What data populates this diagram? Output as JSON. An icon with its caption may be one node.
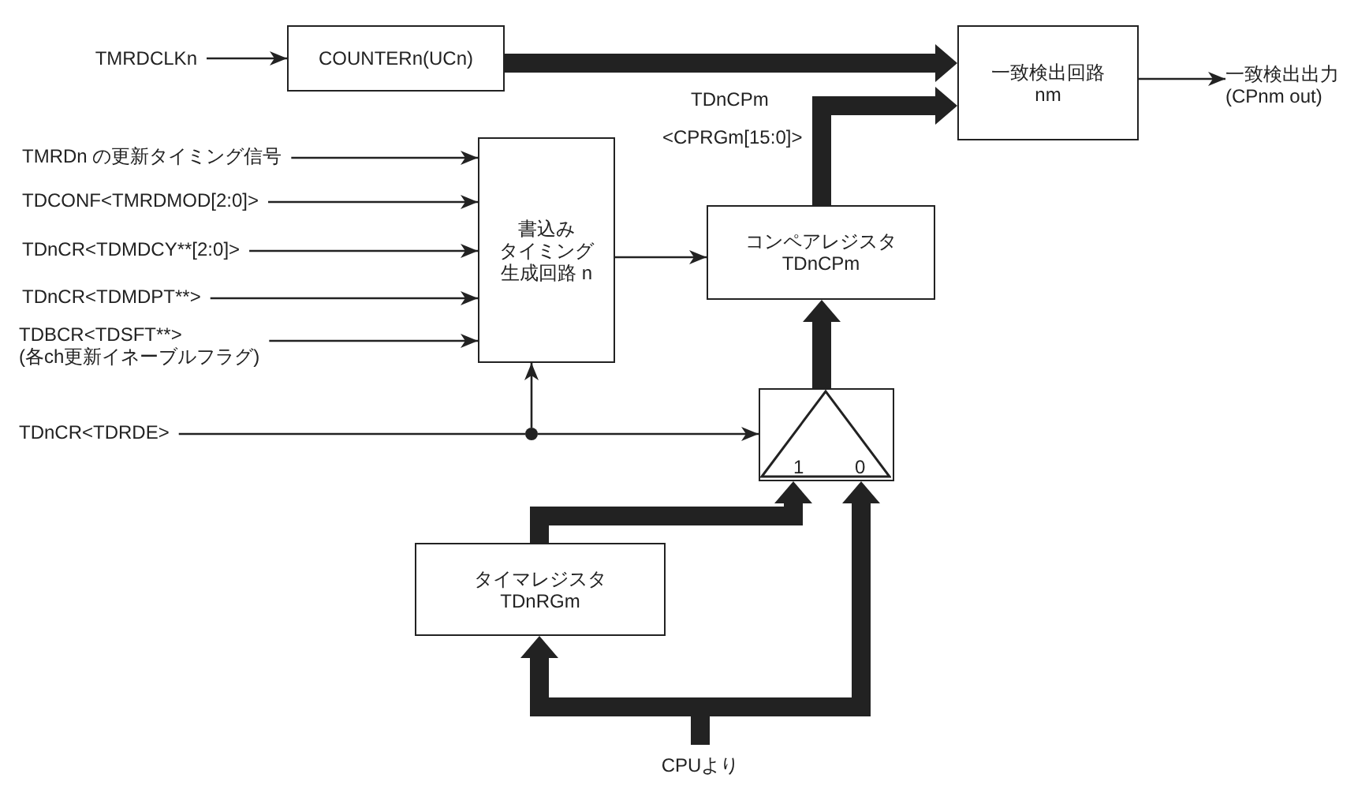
{
  "diagram": {
    "nodes": [
      {
        "text": [
          "TMRDCLKn"
        ]
      },
      {
        "text": [
          "COUNTERn(UCn)"
        ]
      },
      {
        "text": [
          "一致検出回路 nm"
        ]
      },
      {
        "text": [
          "一致検出出力 (CPnm out)"
        ]
      },
      {
        "text": [
          "TMRDn の更新タイミング信号"
        ]
      },
      {
        "text": [
          "TDCONF<TMRDMOD[2:0]>"
        ]
      },
      {
        "text": [
          "TDnCR<TDMDCY**[2:0]>"
        ]
      },
      {
        "text": [
          "TDnCR<TDMDPT**>"
        ]
      },
      {
        "text": [
          "TDBCR<TDSFT**> (各ch更新イネーブルフラグ)"
        ]
      },
      {
        "text": [
          "書込みタイミング生成回路 n"
        ]
      },
      {
        "text": [
          "コンペアレジスタ TDnCPm"
        ]
      },
      {
        "text": [
          "タイマレジスタ TDnRGm"
        ]
      },
      {
        "text": [
          "TDnCR<TDRDE>"
        ]
      },
      {
        "text": [
          "1",
          "0"
        ]
      },
      {
        "text": [],
        "shape": "circle"
      },
      {
        "text": [
          "CPUより"
        ]
      }
    ],
    "edges": [
      {
        "from": 0,
        "to": 1,
        "arrow": "to"
      },
      {
        "from": 1,
        "to": 2,
        "arrow": "to",
        "style": "thick"
      },
      {
        "from": 10,
        "to": 2,
        "arrow": "to",
        "style": "thick"
      },
      {
        "from": 2,
        "to": 3,
        "arrow": "to"
      },
      {
        "from": 4,
        "to": 9,
        "arrow": "to"
      },
      {
        "from": 5,
        "to": 9,
        "arrow": "to"
      },
      {
        "from": 6,
        "to": 9,
        "arrow": "to"
      },
      {
        "from": 7,
        "to": 9,
        "arrow": "to"
      },
      {
        "from": 8,
        "to": 9,
        "arrow": "to"
      },
      {
        "from": 9,
        "to": 10,
        "arrow": "to"
      },
      {
        "from": 12,
        "to": 14,
        "arrow": "none"
      },
      {
        "from": 14,
        "to": 9,
        "arrow": "to"
      },
      {
        "from": 14,
        "to": 13,
        "arrow": "to"
      },
      {
        "from": 13,
        "to": 10,
        "arrow": "to",
        "style": "thick"
      },
      {
        "from": 11,
        "to": 13,
        "arrow": "to",
        "style": "thick"
      },
      {
        "from": 15,
        "to": 11,
        "arrow": "to",
        "style": "thick"
      },
      {
        "from": 15,
        "to": 13,
        "arrow": "to",
        "style": "thick"
      }
    ],
    "labels": [
      "TDnCPm",
      "<CPRGm[15:0]>"
    ]
  }
}
